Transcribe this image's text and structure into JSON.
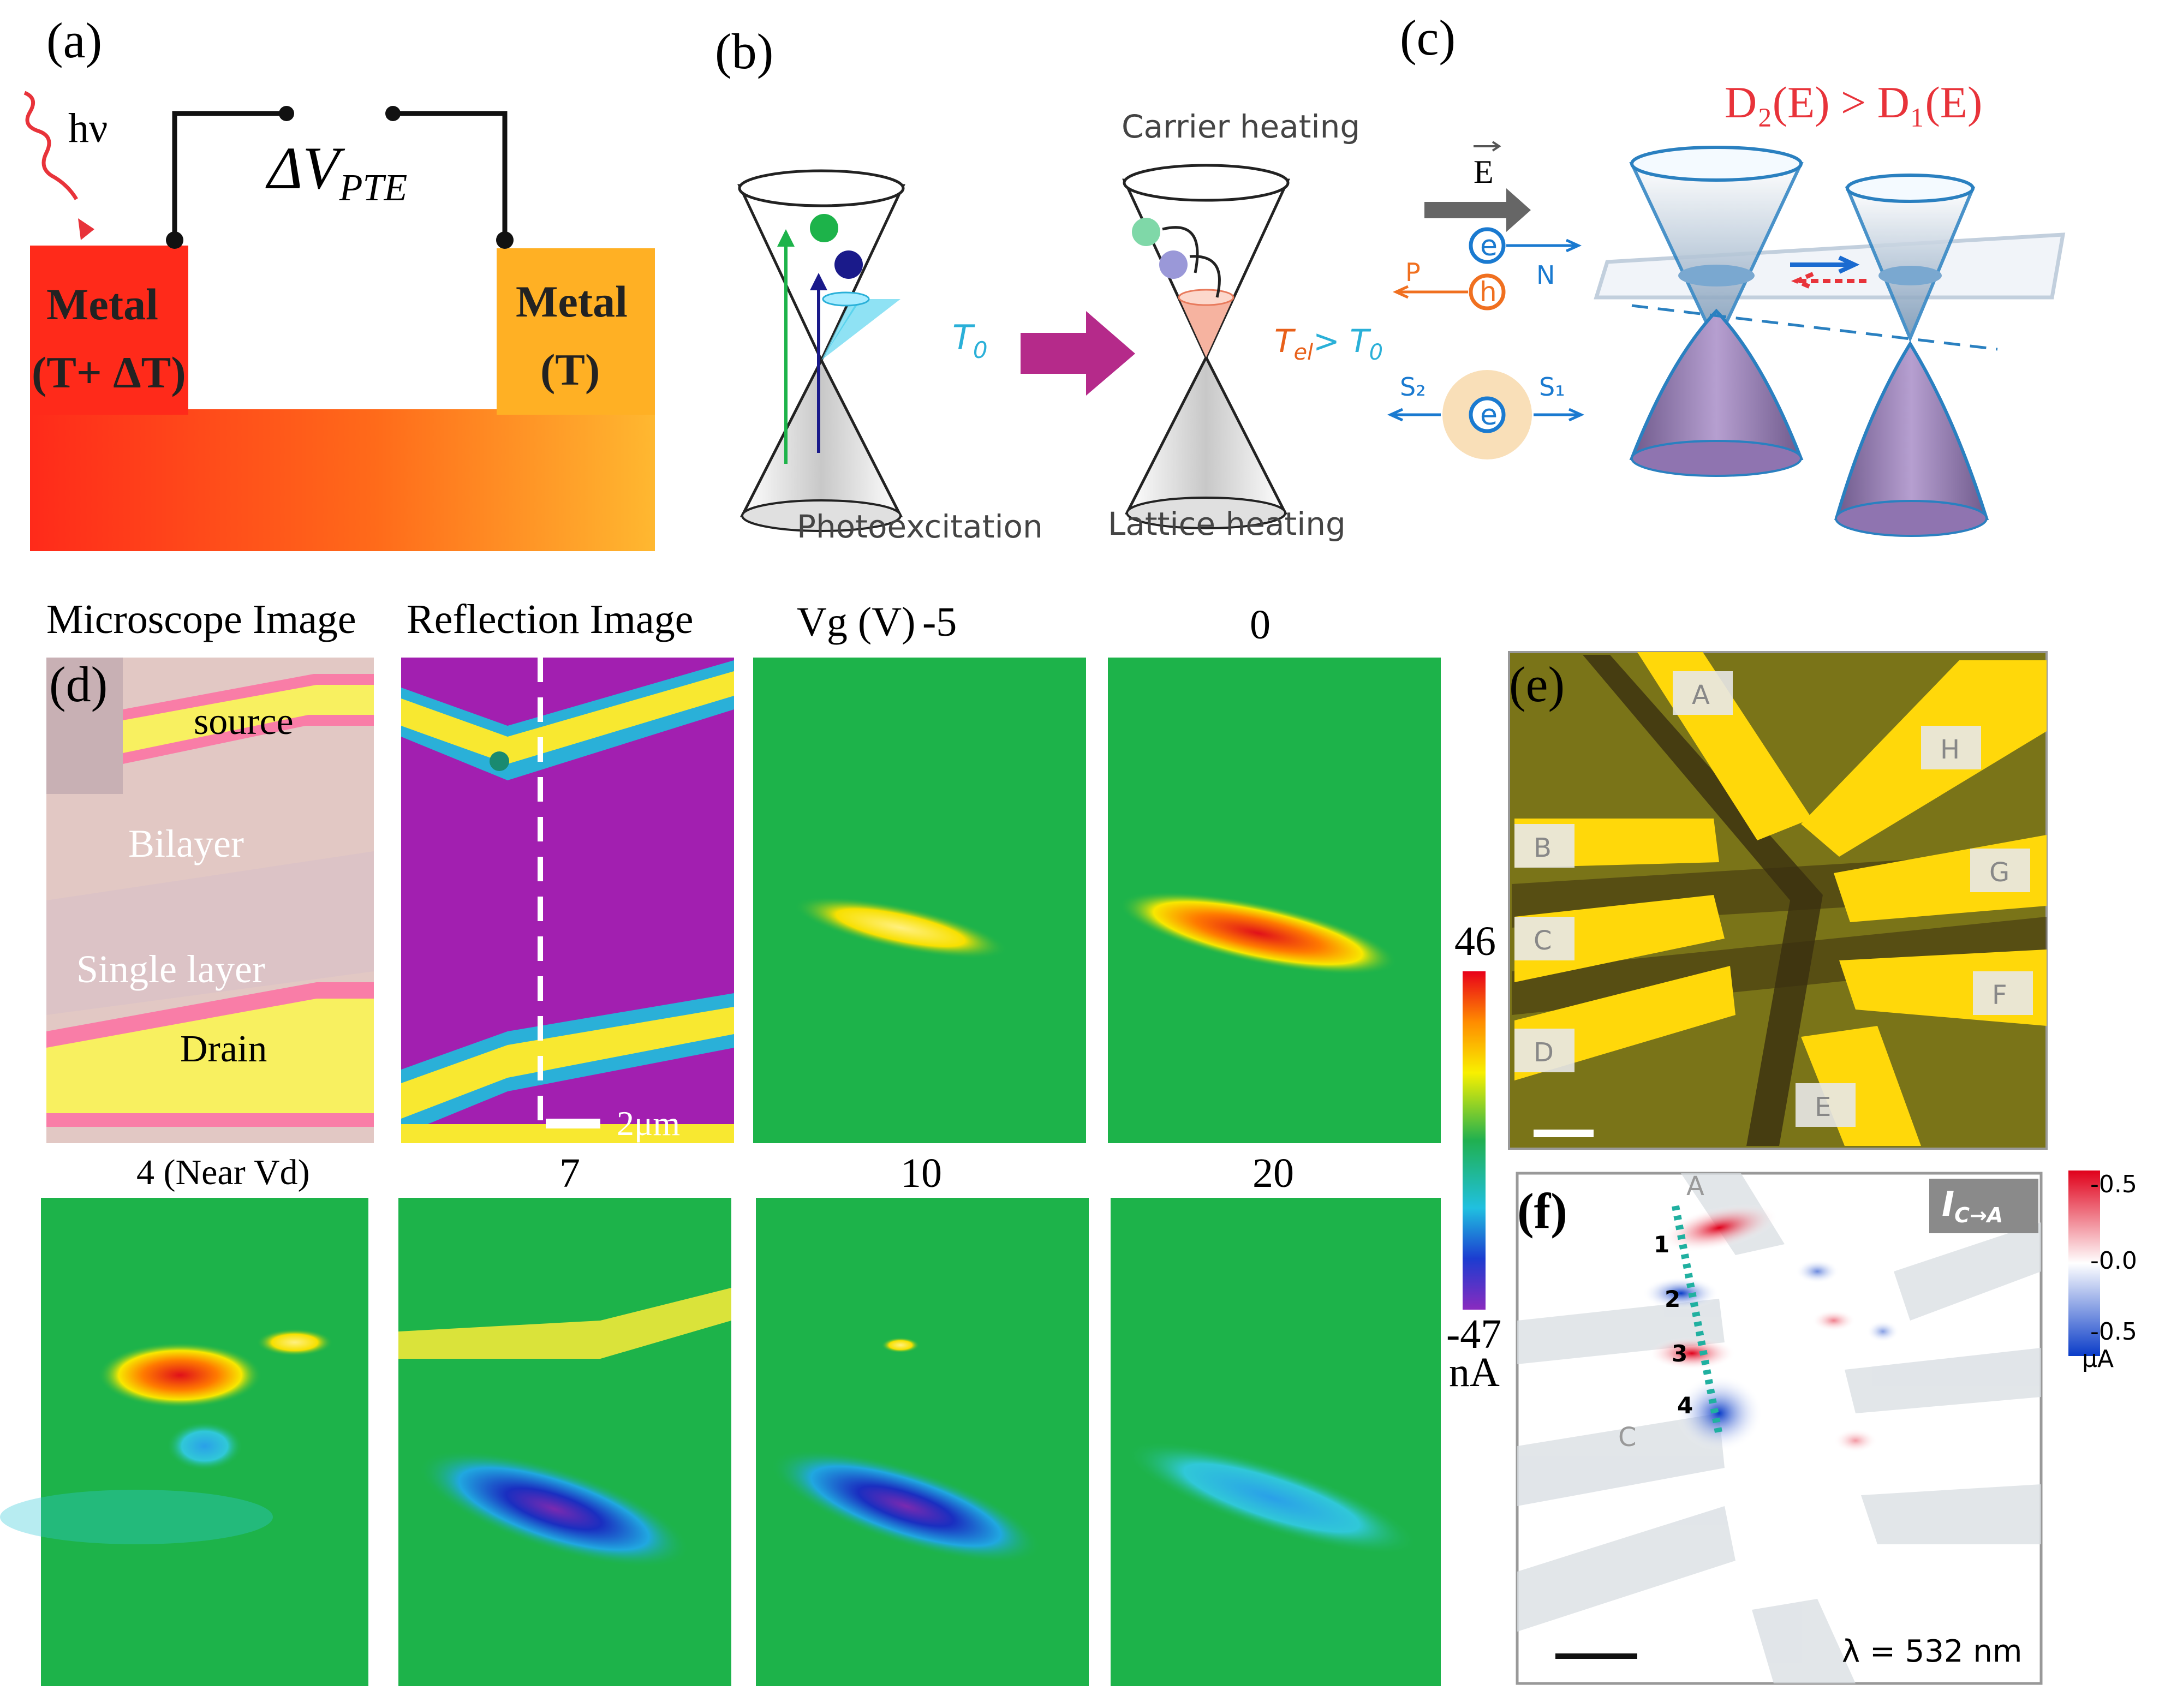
{
  "panel_labels": {
    "a": "(a)",
    "b": "(b)",
    "c": "(c)",
    "d": "(d)",
    "e": "(e)",
    "f": "(f)"
  },
  "panel_a": {
    "hv": "hν",
    "delta_v": "ΔV",
    "delta_v_sub": "PTE",
    "metal_left_1": "Metal",
    "metal_left_2": "(T+ ΔT)",
    "metal_right_1": "Metal",
    "metal_right_2": "(T)"
  },
  "panel_b": {
    "carrier_heating": "Carrier heating",
    "photoexcitation": "Photoexcitation",
    "lattice_heating": "Lattice heating",
    "t0": "T",
    "t0_sub": "0",
    "tel": "T",
    "tel_sub": "el",
    "tel_gt": "> T",
    "tel_gt_sub": "0"
  },
  "panel_c": {
    "title": "D₂(E) > D₁(E)",
    "e_field": "E",
    "n": "N",
    "p": "P",
    "s2": "S₂",
    "s1": "S₁",
    "electron": "e",
    "hole": "h"
  },
  "panel_d": {
    "microscope_title": "Microscope Image",
    "reflection_title": "Reflection Image",
    "vg_label": "Vg (V)",
    "vg_values": [
      "-5",
      "0",
      "4 (Near  Vd)",
      "7",
      "10",
      "20"
    ],
    "source": "source",
    "bilayer": "Bilayer",
    "single_layer": "Single layer",
    "drain": "Drain",
    "scale": "2μm",
    "colorbar_max": "46",
    "colorbar_min": "-47",
    "colorbar_unit": "nA"
  },
  "panel_e": {
    "electrodes": [
      "A",
      "H",
      "B",
      "G",
      "C",
      "F",
      "D",
      "E"
    ]
  },
  "panel_f": {
    "label_a": "A",
    "label_c": "C",
    "points": [
      "1",
      "2",
      "3",
      "4"
    ],
    "current_label": "I",
    "current_sub": "C→A",
    "wavelength": "λ = 532 nm",
    "cb_ticks": [
      "-0.5",
      "-0.0",
      "-0.5"
    ],
    "cb_unit": "μA"
  },
  "colors": {
    "metal_hot": "#ff2a1a",
    "metal_cool": "#ffb020",
    "arrow_magenta": "#b52a8a",
    "title_red": "#e8333a",
    "map_green": "#1db34a",
    "substrate_purple": "#a21fb0"
  }
}
